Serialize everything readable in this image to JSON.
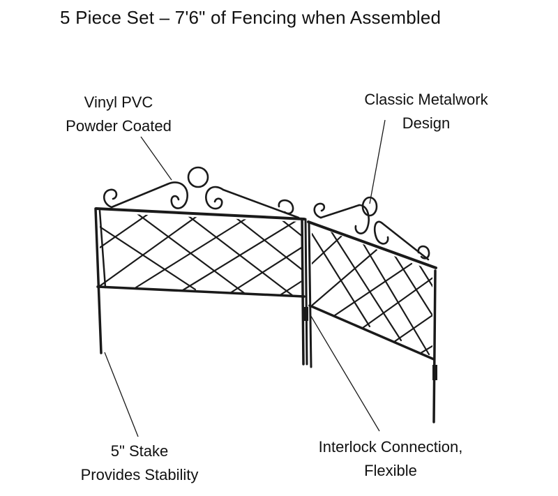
{
  "title": "5 Piece Set – 7'6\" of Fencing when Assembled",
  "labels": {
    "vinyl": {
      "line1": "Vinyl PVC",
      "line2": "Powder Coated"
    },
    "classic": {
      "line1": "Classic Metalwork",
      "line2": "Design"
    },
    "stake": {
      "line1": "5\" Stake",
      "line2": "Provides Stability"
    },
    "interlock": {
      "line1": "Interlock Connection,",
      "line2": "Flexible"
    }
  },
  "colors": {
    "fence": "#1a1a1a",
    "text": "#111111",
    "background": "#ffffff"
  }
}
